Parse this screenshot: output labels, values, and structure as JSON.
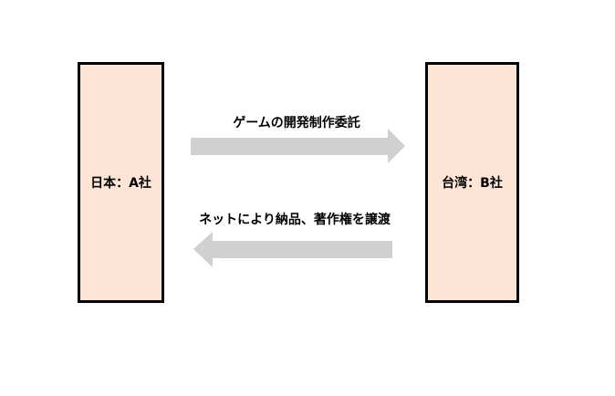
{
  "diagram": {
    "left_company": "日本：A社",
    "right_company": "台湾：B社",
    "top_arrow_label": "ゲームの開発制作委託",
    "bottom_arrow_label": "ネットにより納品、著作権を譲渡",
    "box_fill_color": "#fce4d6",
    "box_border_color": "#000000",
    "arrow_color": "#d0d0d0"
  }
}
